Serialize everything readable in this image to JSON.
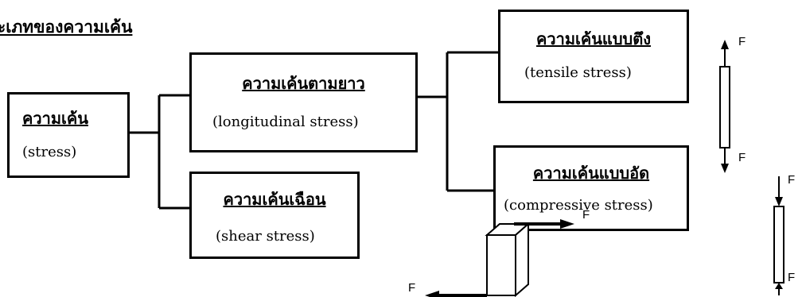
{
  "title": "ะเภทของความเค้น",
  "boxes": {
    "stress": {
      "th": "ความเค้น",
      "en": "(stress)"
    },
    "longitudinal": {
      "th": "ความเค้นตามยาว",
      "en": "(longitudinal stress)"
    },
    "shear": {
      "th": "ความเค้นเฉือน",
      "en": "(shear stress)"
    },
    "tensile": {
      "th": "ความเค้นแบบตึง",
      "en": "(tensile stress)"
    },
    "compressive": {
      "th": "ความเค้นแบบอัด",
      "en": "(compressive stress)"
    }
  },
  "force_label": "F"
}
